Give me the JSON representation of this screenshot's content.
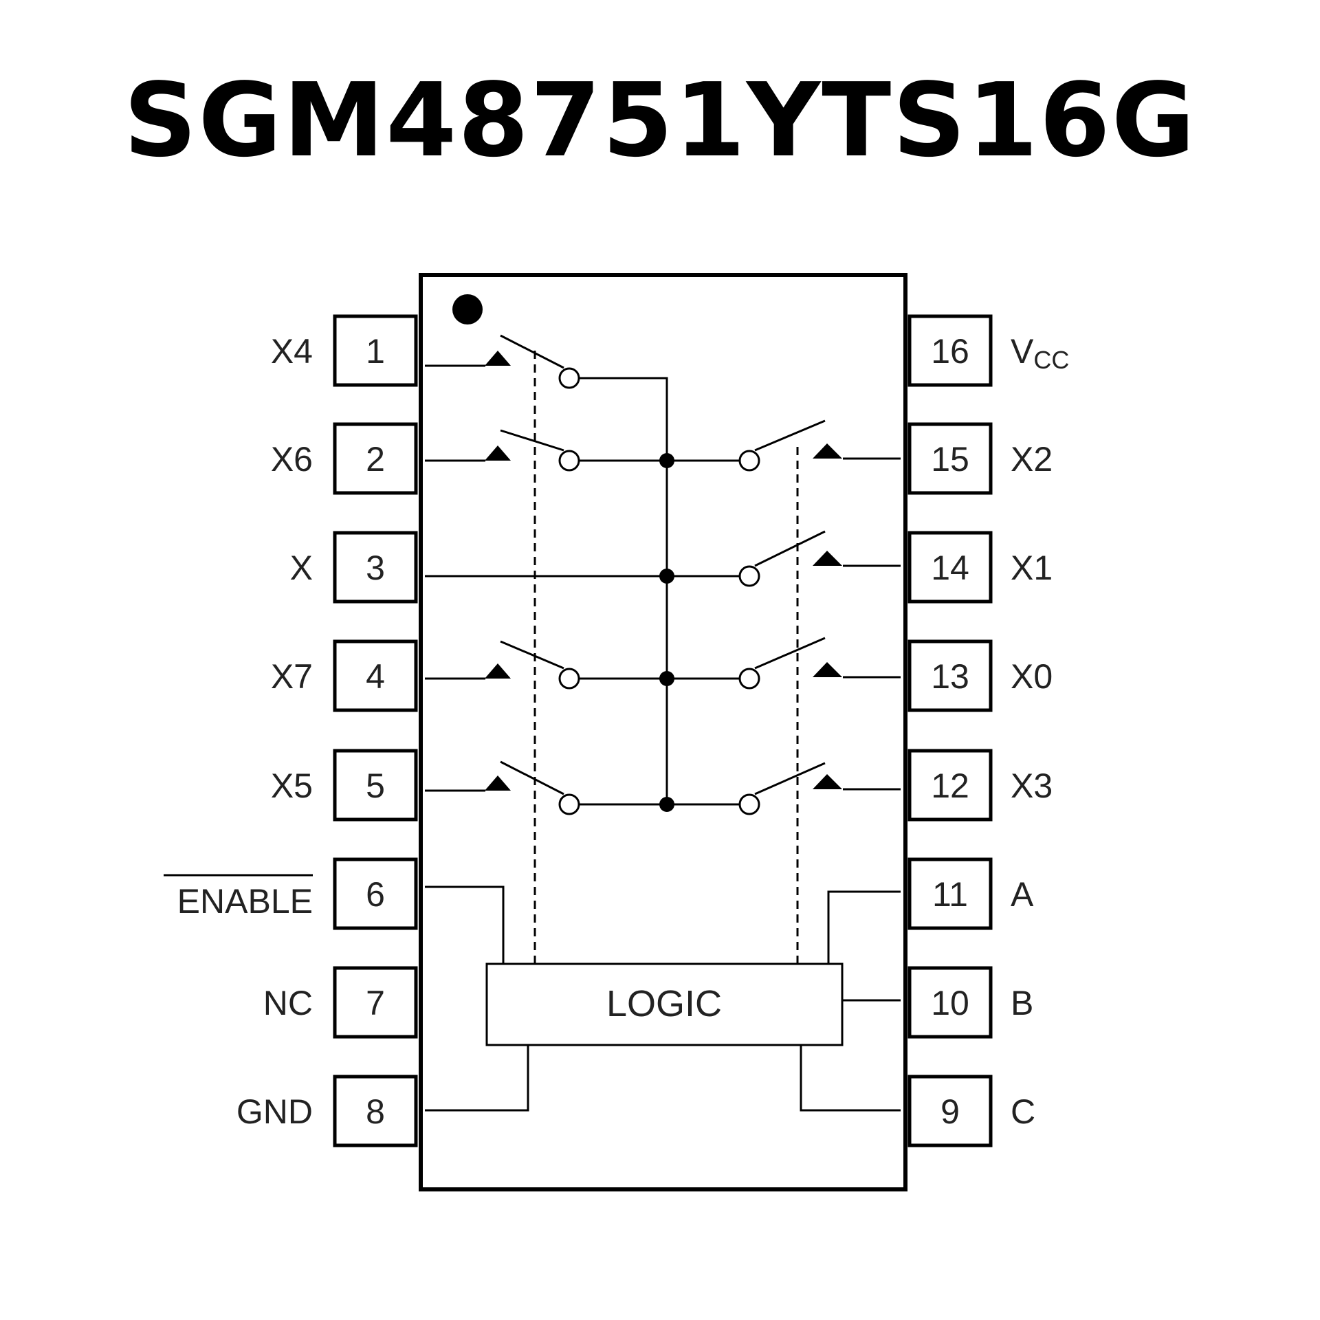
{
  "title": "SGM48751YTS16G",
  "colors": {
    "ink": "#000000",
    "background": "#ffffff"
  },
  "package": {
    "pin1_marker": "pin-1-dot-icon",
    "pins": [
      {
        "number": "1",
        "name": "X4"
      },
      {
        "number": "2",
        "name": "X6"
      },
      {
        "number": "3",
        "name": "X"
      },
      {
        "number": "4",
        "name": "X7"
      },
      {
        "number": "5",
        "name": "X5"
      },
      {
        "number": "6",
        "name": "ENABLE",
        "overbar": true
      },
      {
        "number": "7",
        "name": "NC"
      },
      {
        "number": "8",
        "name": "GND"
      },
      {
        "number": "16",
        "name_main": "V",
        "name_sub": "CC"
      },
      {
        "number": "15",
        "name": "X2"
      },
      {
        "number": "14",
        "name": "X1"
      },
      {
        "number": "13",
        "name": "X0"
      },
      {
        "number": "12",
        "name": "X3"
      },
      {
        "number": "11",
        "name": "A"
      },
      {
        "number": "10",
        "name": "B"
      },
      {
        "number": "9",
        "name": "C"
      }
    ]
  },
  "logic_block": {
    "label": "LOGIC"
  }
}
